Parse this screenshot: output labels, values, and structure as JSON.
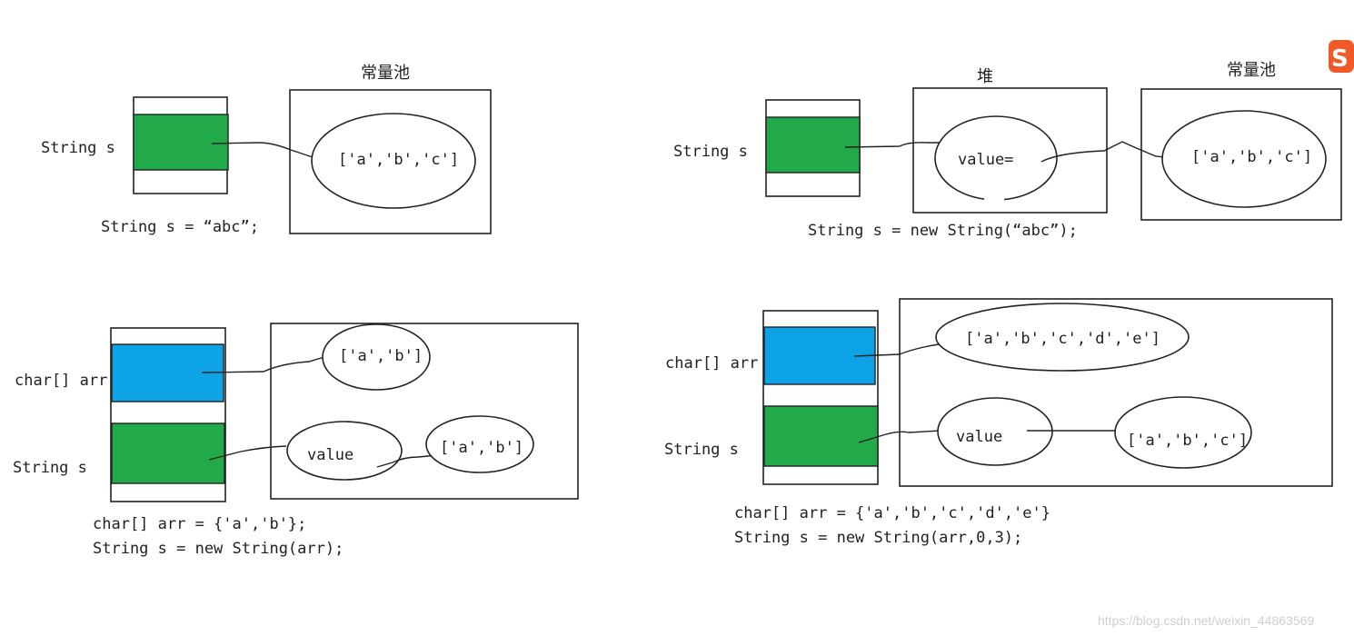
{
  "colors": {
    "green": "#22a94a",
    "blue": "#0ea2e6",
    "logo": "#f05a28"
  },
  "logo": {
    "icon": "sogou-logo-icon",
    "letter": "S"
  },
  "watermark": "https://blog.csdn.net/weixin_44863569",
  "panel1": {
    "pool_label": "常量池",
    "var_label": "String s",
    "literal": "['a','b','c']",
    "code": "String s = “abc”;"
  },
  "panel2": {
    "heap_label": "堆",
    "pool_label": "常量池",
    "var_label": "String s",
    "value_label": "value=",
    "literal": "['a','b','c']",
    "code": "String s = new String(“abc”);"
  },
  "panel3": {
    "arr_label": "char[] arr",
    "var_label": "String s",
    "arr_literal": "['a','b']",
    "value_label": "value",
    "copy_literal": "['a','b']",
    "code_line1": "char[] arr = {'a','b'};",
    "code_line2": "String s = new String(arr);"
  },
  "panel4": {
    "arr_label": "char[] arr",
    "var_label": "String s",
    "arr_literal": "['a','b','c','d','e']",
    "value_label": "value",
    "copy_literal": "['a','b','c']",
    "code_line1": "char[] arr = {'a','b','c','d','e'}",
    "code_line2": "String s = new String(arr,0,3);"
  }
}
